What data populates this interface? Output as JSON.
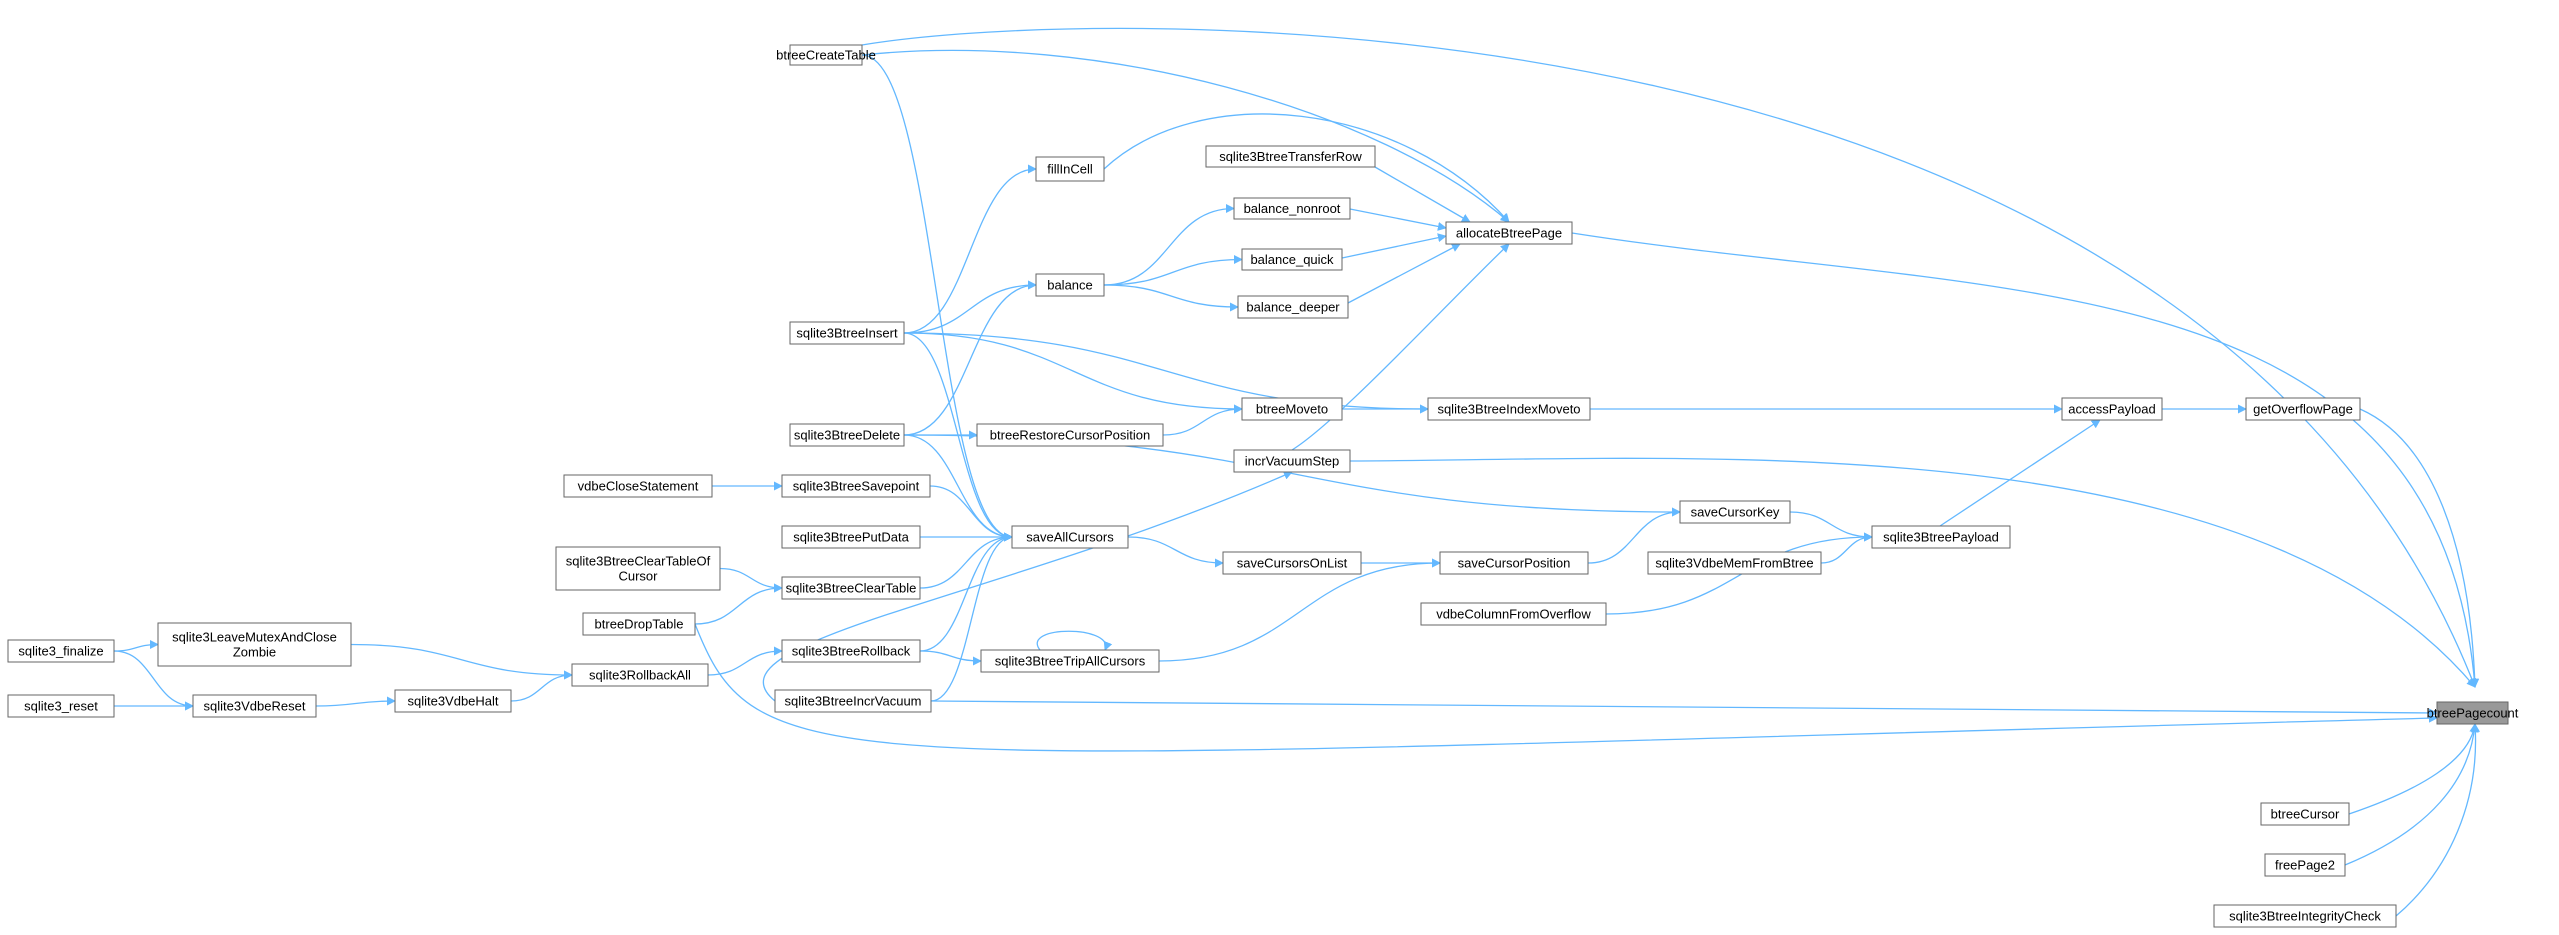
{
  "graph": {
    "root": "btreePagecount",
    "edge_color": "#63b8ff",
    "node_border_color": "#666666",
    "root_fill": "#999999",
    "nodes": [
      {
        "id": "btreeCreateTable",
        "label": [
          "btreeCreateTable"
        ]
      },
      {
        "id": "fillInCell",
        "label": [
          "fillInCell"
        ]
      },
      {
        "id": "sqlite3BtreeTransferRow",
        "label": [
          "sqlite3BtreeTransferRow"
        ]
      },
      {
        "id": "balance_nonroot",
        "label": [
          "balance_nonroot"
        ]
      },
      {
        "id": "allocateBtreePage",
        "label": [
          "allocateBtreePage"
        ]
      },
      {
        "id": "balance_quick",
        "label": [
          "balance_quick"
        ]
      },
      {
        "id": "balance",
        "label": [
          "balance"
        ]
      },
      {
        "id": "balance_deeper",
        "label": [
          "balance_deeper"
        ]
      },
      {
        "id": "sqlite3BtreeInsert",
        "label": [
          "sqlite3BtreeInsert"
        ]
      },
      {
        "id": "btreeMoveto",
        "label": [
          "btreeMoveto"
        ]
      },
      {
        "id": "sqlite3BtreeIndexMoveto",
        "label": [
          "sqlite3BtreeIndexMoveto"
        ]
      },
      {
        "id": "accessPayload",
        "label": [
          "accessPayload"
        ]
      },
      {
        "id": "getOverflowPage",
        "label": [
          "getOverflowPage"
        ]
      },
      {
        "id": "sqlite3BtreeDelete",
        "label": [
          "sqlite3BtreeDelete"
        ]
      },
      {
        "id": "btreeRestoreCursorPosition",
        "label": [
          "btreeRestoreCursorPosition"
        ]
      },
      {
        "id": "incrVacuumStep",
        "label": [
          "incrVacuumStep"
        ]
      },
      {
        "id": "vdbeCloseStatement",
        "label": [
          "vdbeCloseStatement"
        ]
      },
      {
        "id": "sqlite3BtreeSavepoint",
        "label": [
          "sqlite3BtreeSavepoint"
        ]
      },
      {
        "id": "saveCursorKey",
        "label": [
          "saveCursorKey"
        ]
      },
      {
        "id": "sqlite3BtreePutData",
        "label": [
          "sqlite3BtreePutData"
        ]
      },
      {
        "id": "saveAllCursors",
        "label": [
          "saveAllCursors"
        ]
      },
      {
        "id": "sqlite3BtreePayload",
        "label": [
          "sqlite3BtreePayload"
        ]
      },
      {
        "id": "sqlite3BtreeClearTableOfCursor",
        "label": [
          "sqlite3BtreeClearTableOf",
          "Cursor"
        ]
      },
      {
        "id": "sqlite3BtreeClearTable",
        "label": [
          "sqlite3BtreeClearTable"
        ]
      },
      {
        "id": "saveCursorsOnList",
        "label": [
          "saveCursorsOnList"
        ]
      },
      {
        "id": "saveCursorPosition",
        "label": [
          "saveCursorPosition"
        ]
      },
      {
        "id": "sqlite3VdbeMemFromBtree",
        "label": [
          "sqlite3VdbeMemFromBtree"
        ]
      },
      {
        "id": "btreeDropTable",
        "label": [
          "btreeDropTable"
        ]
      },
      {
        "id": "vdbeColumnFromOverflow",
        "label": [
          "vdbeColumnFromOverflow"
        ]
      },
      {
        "id": "sqlite3LeaveMutexAndCloseZombie",
        "label": [
          "sqlite3LeaveMutexAndClose",
          "Zombie"
        ]
      },
      {
        "id": "sqlite3_finalize",
        "label": [
          "sqlite3_finalize"
        ]
      },
      {
        "id": "sqlite3BtreeRollback",
        "label": [
          "sqlite3BtreeRollback"
        ]
      },
      {
        "id": "sqlite3RollbackAll",
        "label": [
          "sqlite3RollbackAll"
        ]
      },
      {
        "id": "sqlite3BtreeTripAllCursors",
        "label": [
          "sqlite3BtreeTripAllCursors"
        ]
      },
      {
        "id": "sqlite3_reset",
        "label": [
          "sqlite3_reset"
        ]
      },
      {
        "id": "sqlite3VdbeReset",
        "label": [
          "sqlite3VdbeReset"
        ]
      },
      {
        "id": "sqlite3VdbeHalt",
        "label": [
          "sqlite3VdbeHalt"
        ]
      },
      {
        "id": "sqlite3BtreeIncrVacuum",
        "label": [
          "sqlite3BtreeIncrVacuum"
        ]
      },
      {
        "id": "btreePagecount",
        "label": [
          "btreePagecount"
        ]
      },
      {
        "id": "btreeCursor",
        "label": [
          "btreeCursor"
        ]
      },
      {
        "id": "freePage2",
        "label": [
          "freePage2"
        ]
      },
      {
        "id": "sqlite3BtreeIntegrityCheck",
        "label": [
          "sqlite3BtreeIntegrityCheck"
        ]
      }
    ],
    "edges": [
      [
        "btreeCreateTable",
        "btreePagecount"
      ],
      [
        "btreeCreateTable",
        "allocateBtreePage"
      ],
      [
        "allocateBtreePage",
        "btreePagecount"
      ],
      [
        "fillInCell",
        "allocateBtreePage"
      ],
      [
        "sqlite3BtreeTransferRow",
        "allocateBtreePage"
      ],
      [
        "balance_nonroot",
        "allocateBtreePage"
      ],
      [
        "balance_quick",
        "allocateBtreePage"
      ],
      [
        "balance_deeper",
        "allocateBtreePage"
      ],
      [
        "incrVacuumStep",
        "allocateBtreePage"
      ],
      [
        "incrVacuumStep",
        "btreePagecount"
      ],
      [
        "balance",
        "balance_nonroot"
      ],
      [
        "balance",
        "balance_quick"
      ],
      [
        "balance",
        "balance_deeper"
      ],
      [
        "sqlite3BtreeInsert",
        "fillInCell"
      ],
      [
        "sqlite3BtreeInsert",
        "balance"
      ],
      [
        "sqlite3BtreeInsert",
        "btreeMoveto"
      ],
      [
        "sqlite3BtreeInsert",
        "sqlite3BtreeIndexMoveto"
      ],
      [
        "sqlite3BtreeDelete",
        "balance"
      ],
      [
        "sqlite3BtreeDelete",
        "btreeRestoreCursorPosition"
      ],
      [
        "sqlite3BtreeDelete",
        "saveCursorKey"
      ],
      [
        "btreeRestoreCursorPosition",
        "btreeMoveto"
      ],
      [
        "btreeMoveto",
        "sqlite3BtreeIndexMoveto"
      ],
      [
        "sqlite3BtreeIndexMoveto",
        "accessPayload"
      ],
      [
        "accessPayload",
        "getOverflowPage"
      ],
      [
        "getOverflowPage",
        "btreePagecount"
      ],
      [
        "sqlite3BtreePayload",
        "accessPayload"
      ],
      [
        "saveCursorKey",
        "sqlite3BtreePayload"
      ],
      [
        "saveCursorPosition",
        "saveCursorKey"
      ],
      [
        "saveCursorsOnList",
        "saveCursorPosition"
      ],
      [
        "saveAllCursors",
        "saveCursorsOnList"
      ],
      [
        "sqlite3VdbeMemFromBtree",
        "sqlite3BtreePayload"
      ],
      [
        "vdbeColumnFromOverflow",
        "sqlite3BtreePayload"
      ],
      [
        "sqlite3BtreeTripAllCursors",
        "saveCursorPosition"
      ],
      [
        "sqlite3BtreeTripAllCursors",
        "sqlite3BtreeTripAllCursors"
      ],
      [
        "btreeCreateTable",
        "saveAllCursors"
      ],
      [
        "sqlite3BtreeInsert",
        "saveAllCursors"
      ],
      [
        "sqlite3BtreeDelete",
        "saveAllCursors"
      ],
      [
        "sqlite3BtreeSavepoint",
        "saveAllCursors"
      ],
      [
        "sqlite3BtreePutData",
        "saveAllCursors"
      ],
      [
        "sqlite3BtreeClearTable",
        "saveAllCursors"
      ],
      [
        "sqlite3BtreeRollback",
        "saveAllCursors"
      ],
      [
        "sqlite3BtreeIncrVacuum",
        "saveAllCursors"
      ],
      [
        "sqlite3BtreeIncrVacuum",
        "incrVacuumStep"
      ],
      [
        "sqlite3BtreeIncrVacuum",
        "btreePagecount"
      ],
      [
        "vdbeCloseStatement",
        "sqlite3BtreeSavepoint"
      ],
      [
        "sqlite3BtreeClearTableOfCursor",
        "sqlite3BtreeClearTable"
      ],
      [
        "btreeDropTable",
        "sqlite3BtreeClearTable"
      ],
      [
        "btreeDropTable",
        "btreePagecount"
      ],
      [
        "sqlite3BtreeRollback",
        "sqlite3BtreeTripAllCursors"
      ],
      [
        "sqlite3RollbackAll",
        "sqlite3BtreeRollback"
      ],
      [
        "sqlite3LeaveMutexAndCloseZombie",
        "sqlite3RollbackAll"
      ],
      [
        "sqlite3VdbeHalt",
        "sqlite3RollbackAll"
      ],
      [
        "sqlite3VdbeReset",
        "sqlite3VdbeHalt"
      ],
      [
        "sqlite3_finalize",
        "sqlite3LeaveMutexAndCloseZombie"
      ],
      [
        "sqlite3_finalize",
        "sqlite3VdbeReset"
      ],
      [
        "sqlite3_reset",
        "sqlite3VdbeReset"
      ],
      [
        "btreeCursor",
        "btreePagecount"
      ],
      [
        "freePage2",
        "btreePagecount"
      ],
      [
        "sqlite3BtreeIntegrityCheck",
        "btreePagecount"
      ]
    ]
  }
}
